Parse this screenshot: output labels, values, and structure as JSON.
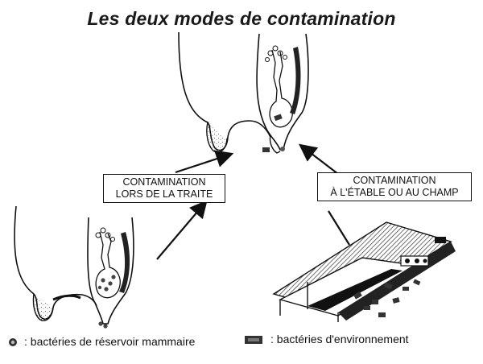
{
  "title": "Les deux modes de contamination",
  "labels": {
    "milking_line1": "CONTAMINATION",
    "milking_line2": "LORS DE LA TRAITE",
    "environment_line1": "CONTAMINATION",
    "environment_line2": "À L'ÉTABLE OU AU CHAMP"
  },
  "legend": {
    "reservoir_text": ": bactéries de réservoir mammaire",
    "environment_text": ": bactéries d'environnement"
  },
  "colors": {
    "ink": "#111111",
    "paper": "#ffffff",
    "hatch": "#444444"
  },
  "icons": {
    "reservoir_symbol": "dotted-circle",
    "environment_symbol": "dark-rectangle"
  }
}
